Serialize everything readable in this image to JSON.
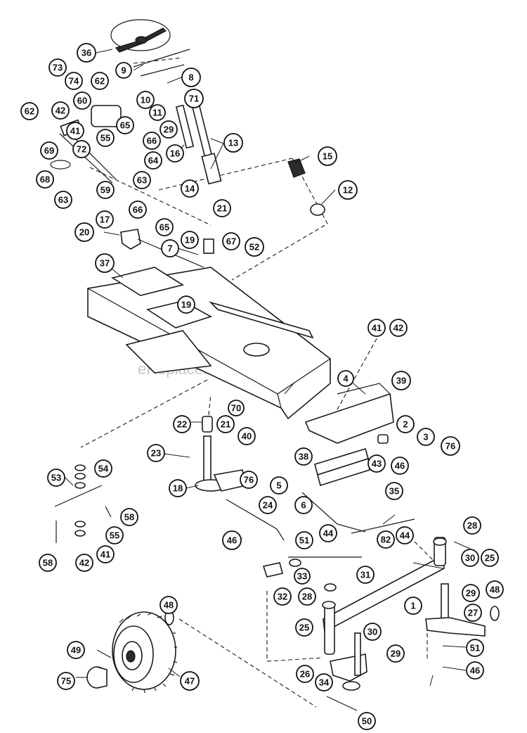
{
  "watermark": "eReplacementParts.com",
  "callouts": [
    "36",
    "9",
    "8",
    "73",
    "74",
    "62",
    "10",
    "71",
    "60",
    "42",
    "11",
    "62",
    "65",
    "29",
    "41",
    "55",
    "66",
    "13",
    "69",
    "72",
    "64",
    "16",
    "68",
    "59",
    "63",
    "14",
    "15",
    "12",
    "63",
    "66",
    "21",
    "65",
    "20",
    "17",
    "19",
    "67",
    "52",
    "7",
    "37",
    "19",
    "41",
    "42",
    "4",
    "39",
    "22",
    "21",
    "70",
    "40",
    "2",
    "3",
    "76",
    "23",
    "38",
    "43",
    "46",
    "54",
    "53",
    "18",
    "76",
    "5",
    "35",
    "6",
    "24",
    "58",
    "55",
    "46",
    "51",
    "44",
    "44",
    "82",
    "58",
    "42",
    "41",
    "31",
    "28",
    "25",
    "30",
    "32",
    "33",
    "28",
    "1",
    "29",
    "48",
    "27",
    "25",
    "30",
    "48",
    "49",
    "29",
    "51",
    "26",
    "46",
    "75",
    "47",
    "34",
    "50"
  ]
}
